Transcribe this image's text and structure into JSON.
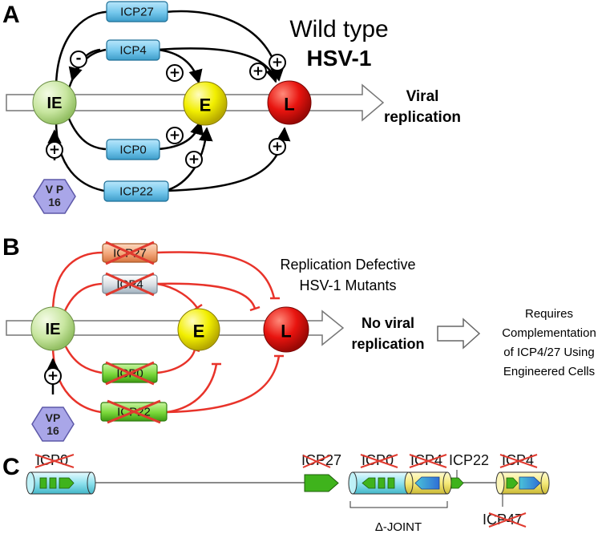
{
  "panels": {
    "a": {
      "letter": "A",
      "title_line1": "Wild type",
      "title_line2": "HSV-1",
      "outcome_line1": "Viral",
      "outcome_line2": "replication",
      "nodes": {
        "ie": "IE",
        "e": "E",
        "l": "L"
      },
      "genes": {
        "icp27": "ICP27",
        "icp4": "ICP4",
        "icp0": "ICP0",
        "icp22": "ICP22"
      },
      "activator_line1": "V P",
      "activator_line2": "16",
      "signs": {
        "plus": "+",
        "minus": "-"
      }
    },
    "b": {
      "letter": "B",
      "title_line1": "Replication Defective",
      "title_line2": "HSV-1 Mutants",
      "outcome_line1": "No viral",
      "outcome_line2": "replication",
      "requirement_lines": [
        "Requires",
        "Complementation",
        "of ICP4/27 Using",
        "Engineered Cells"
      ],
      "nodes": {
        "ie": "IE",
        "e": "E",
        "l": "L"
      },
      "genes": {
        "icp27": "ICP27",
        "icp4": "ICP4",
        "icp0": "ICP0",
        "icp22": "ICP22"
      },
      "activator_line1": "VP",
      "activator_line2": "16",
      "sign_plus": "+"
    },
    "c": {
      "letter": "C",
      "labels": {
        "icp0_left": "ICP0",
        "icp27": "ICP27",
        "icp0_right": "ICP0",
        "icp4_mid": "ICP4",
        "icp22": "ICP22",
        "icp4_right": "ICP4",
        "icp47": "ICP47",
        "joint": "Δ-JOINT"
      }
    }
  },
  "colors": {
    "ie_node": "#c8e6a0",
    "e_node": "#f2ef00",
    "l_node": "#e8140f",
    "gene_box_blue": "#74c7ec",
    "vp16": "#a9a6e8",
    "inhibition": "#e8332a",
    "deletion_cross": "#e03a2f",
    "gene_box_green": "#7ad83a",
    "gene_box_orange": "#f2a578"
  }
}
